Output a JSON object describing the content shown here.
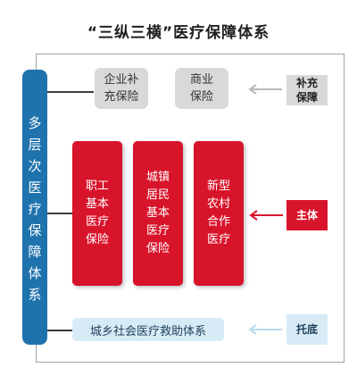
{
  "title": "“三纵三横”医疗保障体系",
  "sidebar_label": "多层次医疗保障体系",
  "supplementary": {
    "boxes": [
      "企业补充保险",
      "商业保险"
    ],
    "tag": "补充保障"
  },
  "main": {
    "boxes": [
      "职工基本医疗保险",
      "城镇居民基本医疗保险",
      "新型农村合作医疗"
    ],
    "tag": "主体"
  },
  "base": {
    "box": "城乡社会医疗救助体系",
    "tag": "托底"
  },
  "colors": {
    "primary_blue": "#1f73ad",
    "main_red": "#d8142b",
    "grey": "#d9d9d9",
    "light_blue": "#d7ebf7"
  }
}
